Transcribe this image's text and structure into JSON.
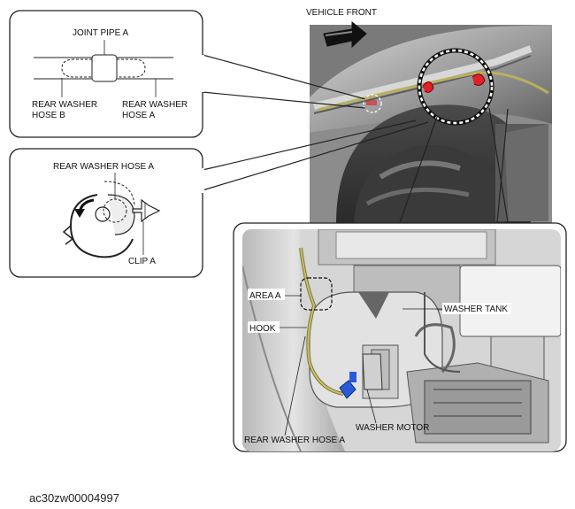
{
  "labels": {
    "vehicle_front": "VEHICLE FRONT",
    "joint_pipe_a": "JOINT PIPE A",
    "rear_washer_hose_b_line1": "REAR WASHER",
    "rear_washer_hose_b_line2": "HOSE B",
    "rear_washer_hose_a_line1": "REAR WASHER",
    "rear_washer_hose_a_line2": "HOSE A",
    "rear_washer_hose_a_clip": "REAR WASHER HOSE A",
    "clip_a": "CLIP A",
    "area_a": "AREA A",
    "hook": "HOOK",
    "washer_tank": "WASHER TANK",
    "washer_motor": "WASHER MOTOR",
    "rear_washer_hose_a_bottom": "REAR WASHER HOSE A"
  },
  "figure_id": "ac30zw00004997",
  "colors": {
    "clip_highlight": "#e0202a",
    "hose_highlight": "#c8c070",
    "motor_blue": "#2a5bd7"
  }
}
